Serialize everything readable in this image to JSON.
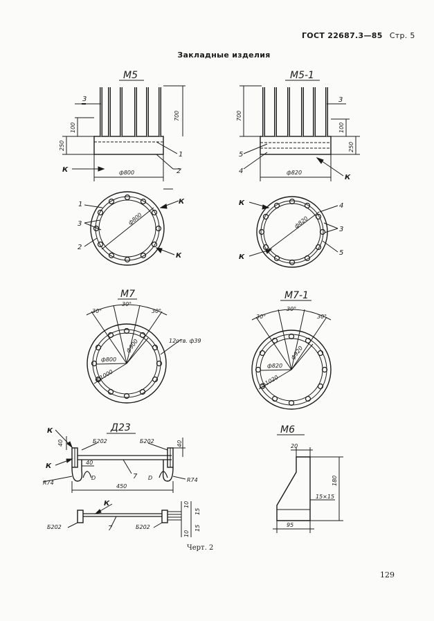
{
  "header": {
    "standard": "ГОСТ 22687.3—85",
    "page": "Стр. 5"
  },
  "section_title": "Закладные изделия",
  "drawings": {
    "m5": {
      "title": "М5",
      "dims": [
        "700",
        "100",
        "250",
        "3",
        "1",
        "2",
        "К",
        "ф800"
      ]
    },
    "m5_1": {
      "title": "М5-1",
      "dims": [
        "700",
        "100",
        "250",
        "3",
        "5",
        "4",
        "К",
        "ф820"
      ]
    },
    "m5_plan": {
      "labels": [
        "1",
        "3",
        "2",
        "К",
        "К",
        "ф800"
      ]
    },
    "m5_1_plan": {
      "labels": [
        "К",
        "К",
        "4",
        "3",
        "5",
        "ф820"
      ]
    },
    "m7": {
      "title": "М7",
      "labels": [
        "30°",
        "30°",
        "30°",
        "ф900",
        "ф800",
        "ф1000",
        "12отв. ф39"
      ]
    },
    "m7_1": {
      "title": "М7-1",
      "labels": [
        "30°",
        "30°",
        "30°",
        "ф920",
        "ф820",
        "ф1020"
      ]
    },
    "d23": {
      "title": "Д23",
      "labels": [
        "К",
        "К",
        "40",
        "Б202",
        "Б202",
        "40",
        "40",
        "R74",
        "R74",
        "D",
        "D",
        "7",
        "450"
      ]
    },
    "d23_side": {
      "labels": [
        "К",
        "Б202",
        "7",
        "Б202",
        "10",
        "15",
        "15",
        "10"
      ]
    },
    "m6": {
      "title": "М6",
      "labels": [
        "20",
        "180",
        "15×15",
        "95"
      ]
    }
  },
  "caption": "Черт. 2",
  "page_number": "129"
}
